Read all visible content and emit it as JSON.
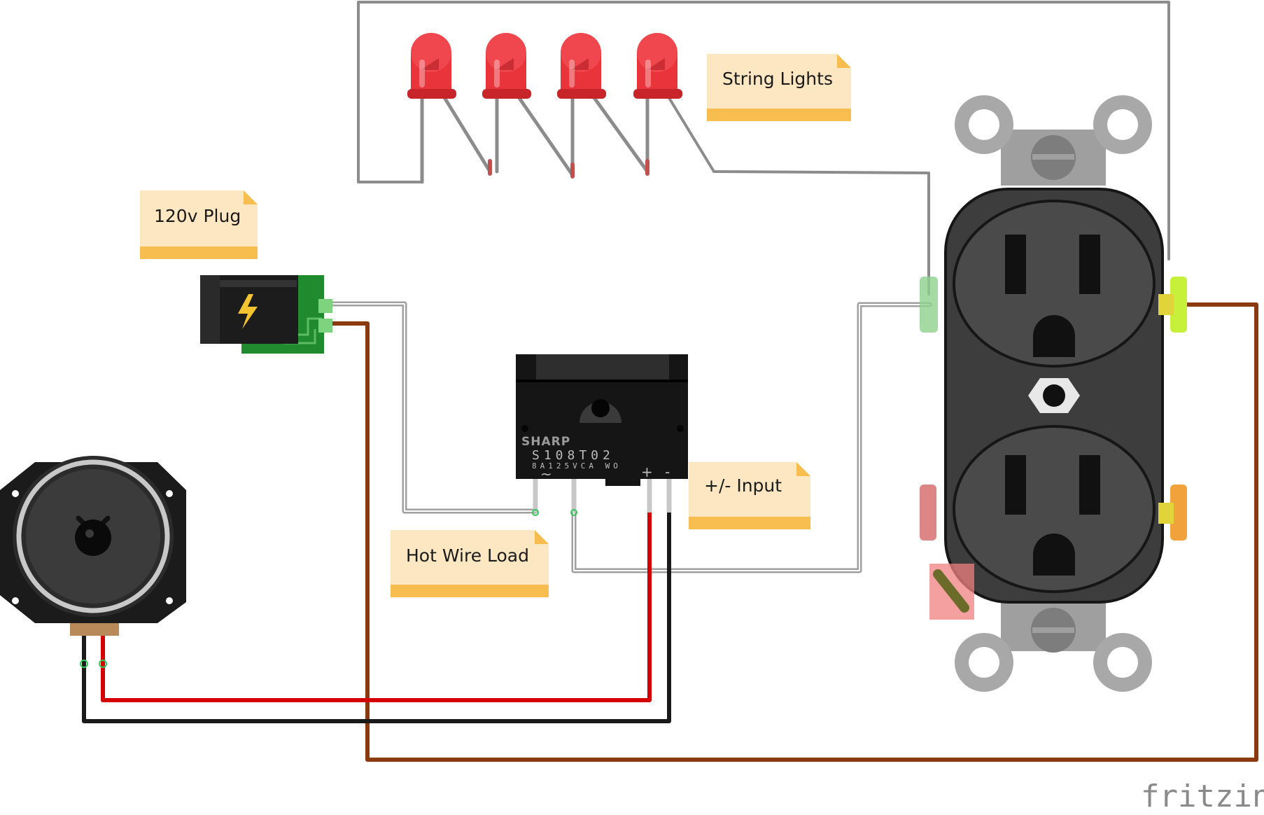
{
  "notes": {
    "string_lights": "String Lights",
    "plug": "120v Plug",
    "hot_wire": "Hot Wire Load",
    "input": "+/- Input"
  },
  "relay": {
    "brand": "SHARP",
    "model": "S108T02",
    "rating": "8A125VCA WO",
    "pin_ac": "~",
    "pin_plus": "+",
    "pin_minus": "-"
  },
  "watermark": "fritzing",
  "colors": {
    "wire_gray": "#8c8c8c",
    "wire_brown": "#8b3a0f",
    "wire_red": "#d30000",
    "wire_black": "#1a1a1a",
    "led_red": "#e8343a",
    "note_bg": "#fde7c3",
    "note_bar": "#f8bd4f",
    "outlet_body": "#3d3d3d",
    "pcb_green": "#1f8a2e"
  }
}
